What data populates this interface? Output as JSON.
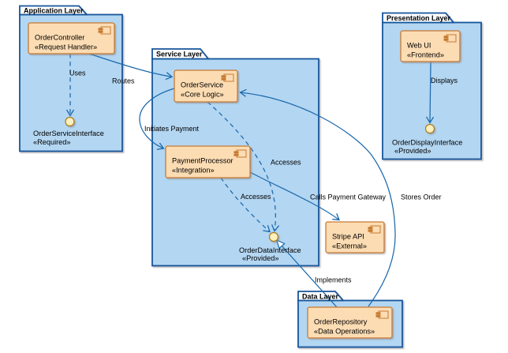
{
  "diagram": {
    "type": "uml-component-diagram",
    "packages": [
      {
        "label": "Application Layer"
      },
      {
        "label": "Service Layer"
      },
      {
        "label": "Presentation Layer"
      },
      {
        "label": "Data Layer"
      }
    ],
    "components": [
      {
        "name": "OrderController",
        "stereotype": "«Request Handler»"
      },
      {
        "name": "OrderService",
        "stereotype": "«Core Logic»"
      },
      {
        "name": "PaymentProcessor",
        "stereotype": "«Integration»"
      },
      {
        "name": "Stripe API",
        "stereotype": "«External»"
      },
      {
        "name": "Web UI",
        "stereotype": "«Frontend»"
      },
      {
        "name": "OrderRepository",
        "stereotype": "«Data Operations»"
      }
    ],
    "interfaces": [
      {
        "name": "OrderServiceInterface",
        "stereotype": "«Required»"
      },
      {
        "name": "OrderDataInterface",
        "stereotype": "«Provided»"
      },
      {
        "name": "OrderDisplayInterface",
        "stereotype": "«Provided»"
      }
    ],
    "edge_labels": {
      "uses": "Uses",
      "routes": "Routes",
      "initiates_payment": "Initiates Payment",
      "accesses_order_service": "Accesses",
      "accesses_payment_processor": "Accesses",
      "calls_payment_gateway": "Calls Payment Gateway",
      "stores_order": "Stores Order",
      "displays": "Displays",
      "implements": "Implements"
    },
    "colors": {
      "package_fill": "#B3D6F2",
      "package_border": "#15549A",
      "package_tab_fill": "#FDFDFE",
      "component_fill": "#FCDCB3",
      "component_border": "#C67A30",
      "interface_fill": "#FBF0BE",
      "interface_border": "#AD7A18",
      "edge": "#1B6AAE",
      "label_text": "#000000"
    }
  }
}
